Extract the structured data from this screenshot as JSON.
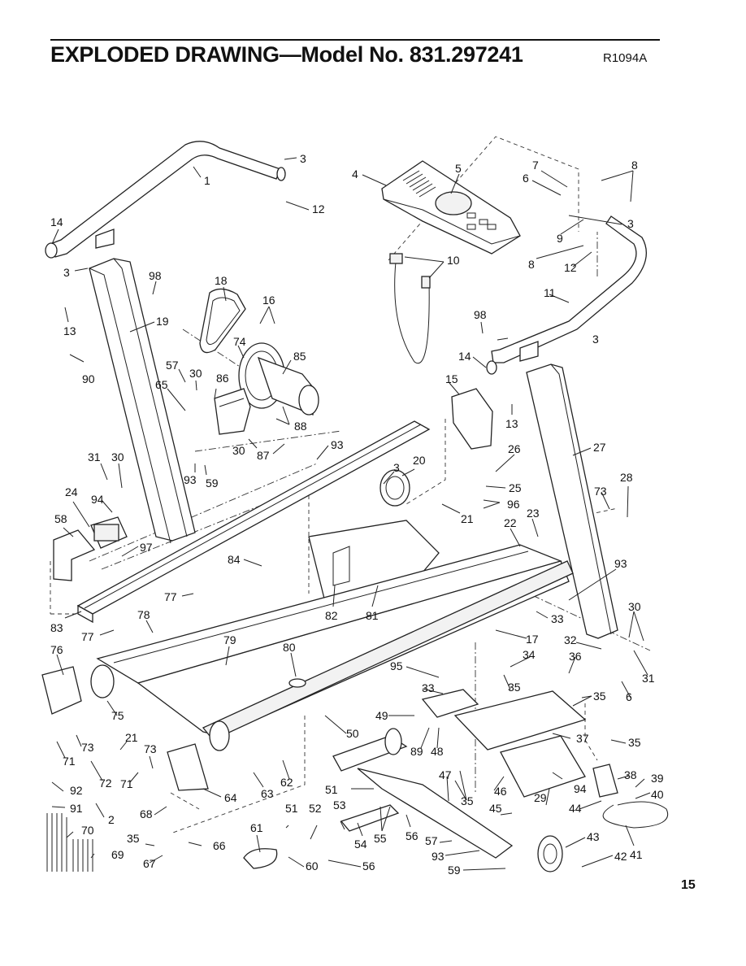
{
  "header": {
    "title": "EXPLODED DRAWING—Model No. 831.297241",
    "code": "R1094A"
  },
  "page_number": "15",
  "callouts": [
    {
      "text": "1"
    },
    {
      "text": "3"
    },
    {
      "text": "12"
    },
    {
      "text": "4"
    },
    {
      "text": "5"
    },
    {
      "text": "7"
    },
    {
      "text": "8"
    },
    {
      "text": "6"
    },
    {
      "text": "3"
    },
    {
      "text": "9"
    },
    {
      "text": "8"
    },
    {
      "text": "12"
    },
    {
      "text": "14"
    },
    {
      "text": "3"
    },
    {
      "text": "98"
    },
    {
      "text": "13"
    },
    {
      "text": "19"
    },
    {
      "text": "18"
    },
    {
      "text": "16"
    },
    {
      "text": "10"
    },
    {
      "text": "11"
    },
    {
      "text": "98"
    },
    {
      "text": "3"
    },
    {
      "text": "14"
    },
    {
      "text": "90"
    },
    {
      "text": "74"
    },
    {
      "text": "85"
    },
    {
      "text": "57"
    },
    {
      "text": "30"
    },
    {
      "text": "86"
    },
    {
      "text": "65"
    },
    {
      "text": "88"
    },
    {
      "text": "15"
    },
    {
      "text": "13"
    },
    {
      "text": "27"
    },
    {
      "text": "30"
    },
    {
      "text": "87"
    },
    {
      "text": "93"
    },
    {
      "text": "26"
    },
    {
      "text": "31"
    },
    {
      "text": "30"
    },
    {
      "text": "93"
    },
    {
      "text": "59"
    },
    {
      "text": "3"
    },
    {
      "text": "20"
    },
    {
      "text": "25"
    },
    {
      "text": "96"
    },
    {
      "text": "28"
    },
    {
      "text": "24"
    },
    {
      "text": "94"
    },
    {
      "text": "73"
    },
    {
      "text": "21"
    },
    {
      "text": "23"
    },
    {
      "text": "58"
    },
    {
      "text": "97"
    },
    {
      "text": "22"
    },
    {
      "text": "84"
    },
    {
      "text": "93"
    },
    {
      "text": "77"
    },
    {
      "text": "82"
    },
    {
      "text": "81"
    },
    {
      "text": "83"
    },
    {
      "text": "78"
    },
    {
      "text": "30"
    },
    {
      "text": "77"
    },
    {
      "text": "33"
    },
    {
      "text": "17"
    },
    {
      "text": "32"
    },
    {
      "text": "36"
    },
    {
      "text": "76"
    },
    {
      "text": "79"
    },
    {
      "text": "80"
    },
    {
      "text": "34"
    },
    {
      "text": "95"
    },
    {
      "text": "31"
    },
    {
      "text": "6"
    },
    {
      "text": "35"
    },
    {
      "text": "33"
    },
    {
      "text": "35"
    },
    {
      "text": "75"
    },
    {
      "text": "49"
    },
    {
      "text": "50"
    },
    {
      "text": "37"
    },
    {
      "text": "21"
    },
    {
      "text": "73"
    },
    {
      "text": "89"
    },
    {
      "text": "48"
    },
    {
      "text": "35"
    },
    {
      "text": "71"
    },
    {
      "text": "73"
    },
    {
      "text": "62"
    },
    {
      "text": "47"
    },
    {
      "text": "38"
    },
    {
      "text": "39"
    },
    {
      "text": "72"
    },
    {
      "text": "63"
    },
    {
      "text": "51"
    },
    {
      "text": "35"
    },
    {
      "text": "46"
    },
    {
      "text": "94"
    },
    {
      "text": "40"
    },
    {
      "text": "92"
    },
    {
      "text": "71"
    },
    {
      "text": "64"
    },
    {
      "text": "29"
    },
    {
      "text": "44"
    },
    {
      "text": "91"
    },
    {
      "text": "2"
    },
    {
      "text": "68"
    },
    {
      "text": "51"
    },
    {
      "text": "52"
    },
    {
      "text": "53"
    },
    {
      "text": "45"
    },
    {
      "text": "70"
    },
    {
      "text": "55"
    },
    {
      "text": "56"
    },
    {
      "text": "43"
    },
    {
      "text": "41"
    },
    {
      "text": "35"
    },
    {
      "text": "61"
    },
    {
      "text": "54"
    },
    {
      "text": "57"
    },
    {
      "text": "66"
    },
    {
      "text": "42"
    },
    {
      "text": "69"
    },
    {
      "text": "67"
    },
    {
      "text": "93"
    },
    {
      "text": "60"
    },
    {
      "text": "56"
    },
    {
      "text": "59"
    }
  ]
}
